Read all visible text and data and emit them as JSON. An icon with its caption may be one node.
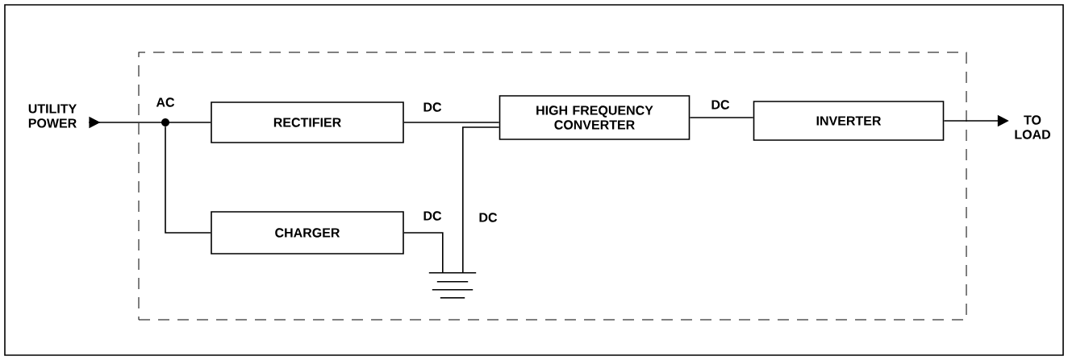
{
  "diagram": {
    "nodes": [
      {
        "text": [],
        "shape": "box"
      },
      {
        "text": [
          "UTILITY POWER"
        ]
      },
      {
        "text": [],
        "shape": "circle",
        "beside": [
          "AC"
        ],
        "in": 0
      },
      {
        "text": [
          "RECTIFIER"
        ],
        "in": 0
      },
      {
        "text": [
          "CHARGER"
        ],
        "in": 0
      },
      {
        "text": [
          "HIGH FREQUENCY CONVERTER"
        ],
        "in": 0
      },
      {
        "text": [
          "INVERTER"
        ],
        "in": 0
      },
      {
        "text": [
          "TO LOAD"
        ]
      },
      {
        "text": [],
        "shape": "battery",
        "in": 0
      }
    ],
    "edges": [
      {
        "from": 1,
        "to": 2,
        "arrow": "to"
      },
      {
        "from": 2,
        "to": 3,
        "arrow": "none"
      },
      {
        "from": 2,
        "to": 4,
        "arrow": "none"
      },
      {
        "from": 3,
        "to": 5,
        "arrow": "none",
        "label": "DC"
      },
      {
        "from": 4,
        "to": 8,
        "arrow": "none",
        "label": "DC"
      },
      {
        "from": 8,
        "to": 5,
        "arrow": "none",
        "label": "DC"
      },
      {
        "from": 5,
        "to": 6,
        "arrow": "none",
        "label": "DC"
      },
      {
        "from": 6,
        "to": 7,
        "arrow": "to"
      }
    ]
  }
}
